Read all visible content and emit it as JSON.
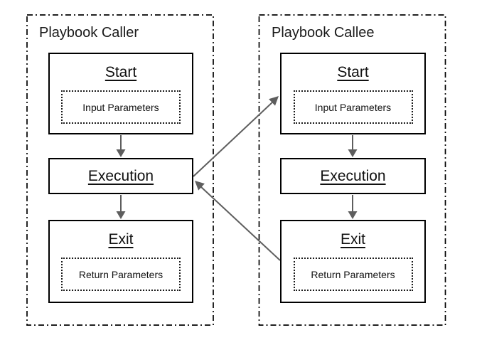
{
  "diagram": {
    "caller": {
      "title": "Playbook Caller",
      "nodes": {
        "start": {
          "label": "Start",
          "param_label": "Input Parameters"
        },
        "execution": {
          "label": "Execution"
        },
        "exit": {
          "label": "Exit",
          "param_label": "Return Parameters"
        }
      }
    },
    "callee": {
      "title": "Playbook Callee",
      "nodes": {
        "start": {
          "label": "Start",
          "param_label": "Input Parameters"
        },
        "execution": {
          "label": "Execution"
        },
        "exit": {
          "label": "Exit",
          "param_label": "Return Parameters"
        }
      }
    },
    "connectors": [
      {
        "from": "caller-start",
        "to": "caller-execution",
        "style": "straight-down"
      },
      {
        "from": "caller-execution",
        "to": "caller-exit",
        "style": "straight-down"
      },
      {
        "from": "callee-start",
        "to": "callee-execution",
        "style": "straight-down"
      },
      {
        "from": "callee-execution",
        "to": "callee-exit",
        "style": "straight-down"
      },
      {
        "from": "caller-execution",
        "to": "callee-start",
        "style": "diagonal-up-right"
      },
      {
        "from": "callee-exit",
        "to": "caller-execution",
        "style": "diagonal-up-left"
      }
    ]
  },
  "colors": {
    "arrow": "#5e5e5e",
    "border": "#000000",
    "text": "#111111",
    "background": "#ffffff"
  }
}
